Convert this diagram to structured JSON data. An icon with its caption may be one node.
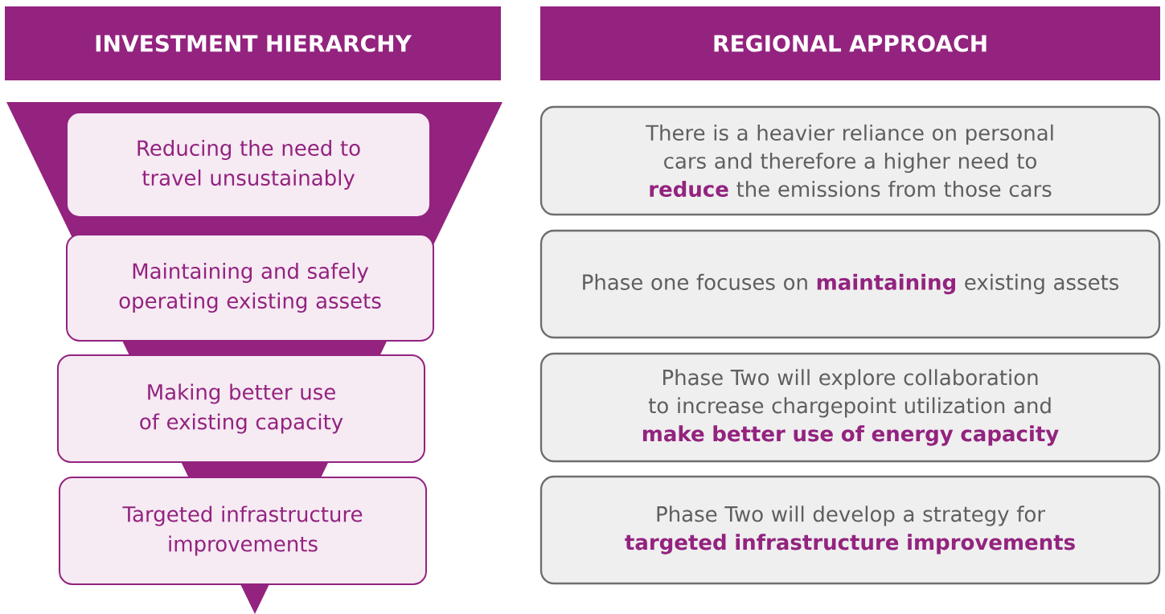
{
  "diagram": {
    "nodes": [
      {
        "text": [
          "INVESTMENT HIERARCHY"
        ]
      },
      {
        "text": [
          "REGIONAL APPROACH"
        ]
      },
      {
        "text": [
          "Reducing the need to travel unsustainably"
        ]
      },
      {
        "text": [
          "Maintaining and safely operating existing assets"
        ]
      },
      {
        "text": [
          "Making better use of existing capacity"
        ]
      },
      {
        "text": [
          "Targeted infrastructure improvements"
        ]
      },
      {
        "text": [
          "There is a heavier reliance on personal cars and therefore a higher need to **reduce** the emissions from those cars"
        ]
      },
      {
        "text": [
          "Phase one focuses on **maintaining** existing assets"
        ]
      },
      {
        "text": [
          "Phase Two will explore collaboration to increase chargepoint utilization and **make better use of energy capacity**"
        ]
      },
      {
        "text": [
          "Phase Two will develop a strategy for **targeted infrastructure improvements**"
        ]
      }
    ]
  }
}
